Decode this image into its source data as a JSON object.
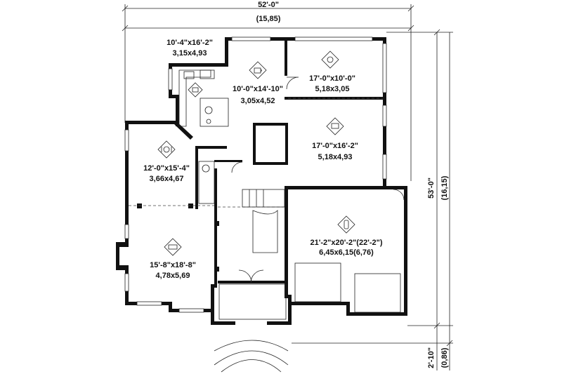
{
  "dimensions": {
    "width_imperial": "52'-0\"",
    "width_metric": "(15,85)",
    "depth_imperial": "53'-0\"",
    "depth_metric": "(16,15)",
    "porch_imperial": "2'-10\"",
    "porch_metric": "(0,86)"
  },
  "rooms": [
    {
      "id": "kitchen",
      "size_imperial": "10'-4\"x16'-2\"",
      "size_metric": "3,15x4,93",
      "icon": "kitchen-icon"
    },
    {
      "id": "breakfast",
      "size_imperial": "10'-0\"x14'-10\"",
      "size_metric": "3,05x4,52",
      "icon": "coffee-cup-icon"
    },
    {
      "id": "sunroom",
      "size_imperial": "17'-0\"x10'-0\"",
      "size_metric": "5,18x3,05",
      "icon": "sun-icon"
    },
    {
      "id": "family",
      "size_imperial": "17'-0\"x16'-2\"",
      "size_metric": "5,18x4,93",
      "icon": "tv-icon"
    },
    {
      "id": "dining",
      "size_imperial": "12'-0\"x15'-4\"",
      "size_metric": "3,66x4,67",
      "icon": "dinner-plate-icon"
    },
    {
      "id": "living",
      "size_imperial": "15'-8\"x18'-8\"",
      "size_metric": "4,78x5,69",
      "icon": "sofa-icon"
    },
    {
      "id": "garage",
      "size_imperial": "21'-2\"x20'-2\"(22'-2\")",
      "size_metric": "6,45x6,15(6,76)",
      "icon": "car-icon"
    }
  ]
}
